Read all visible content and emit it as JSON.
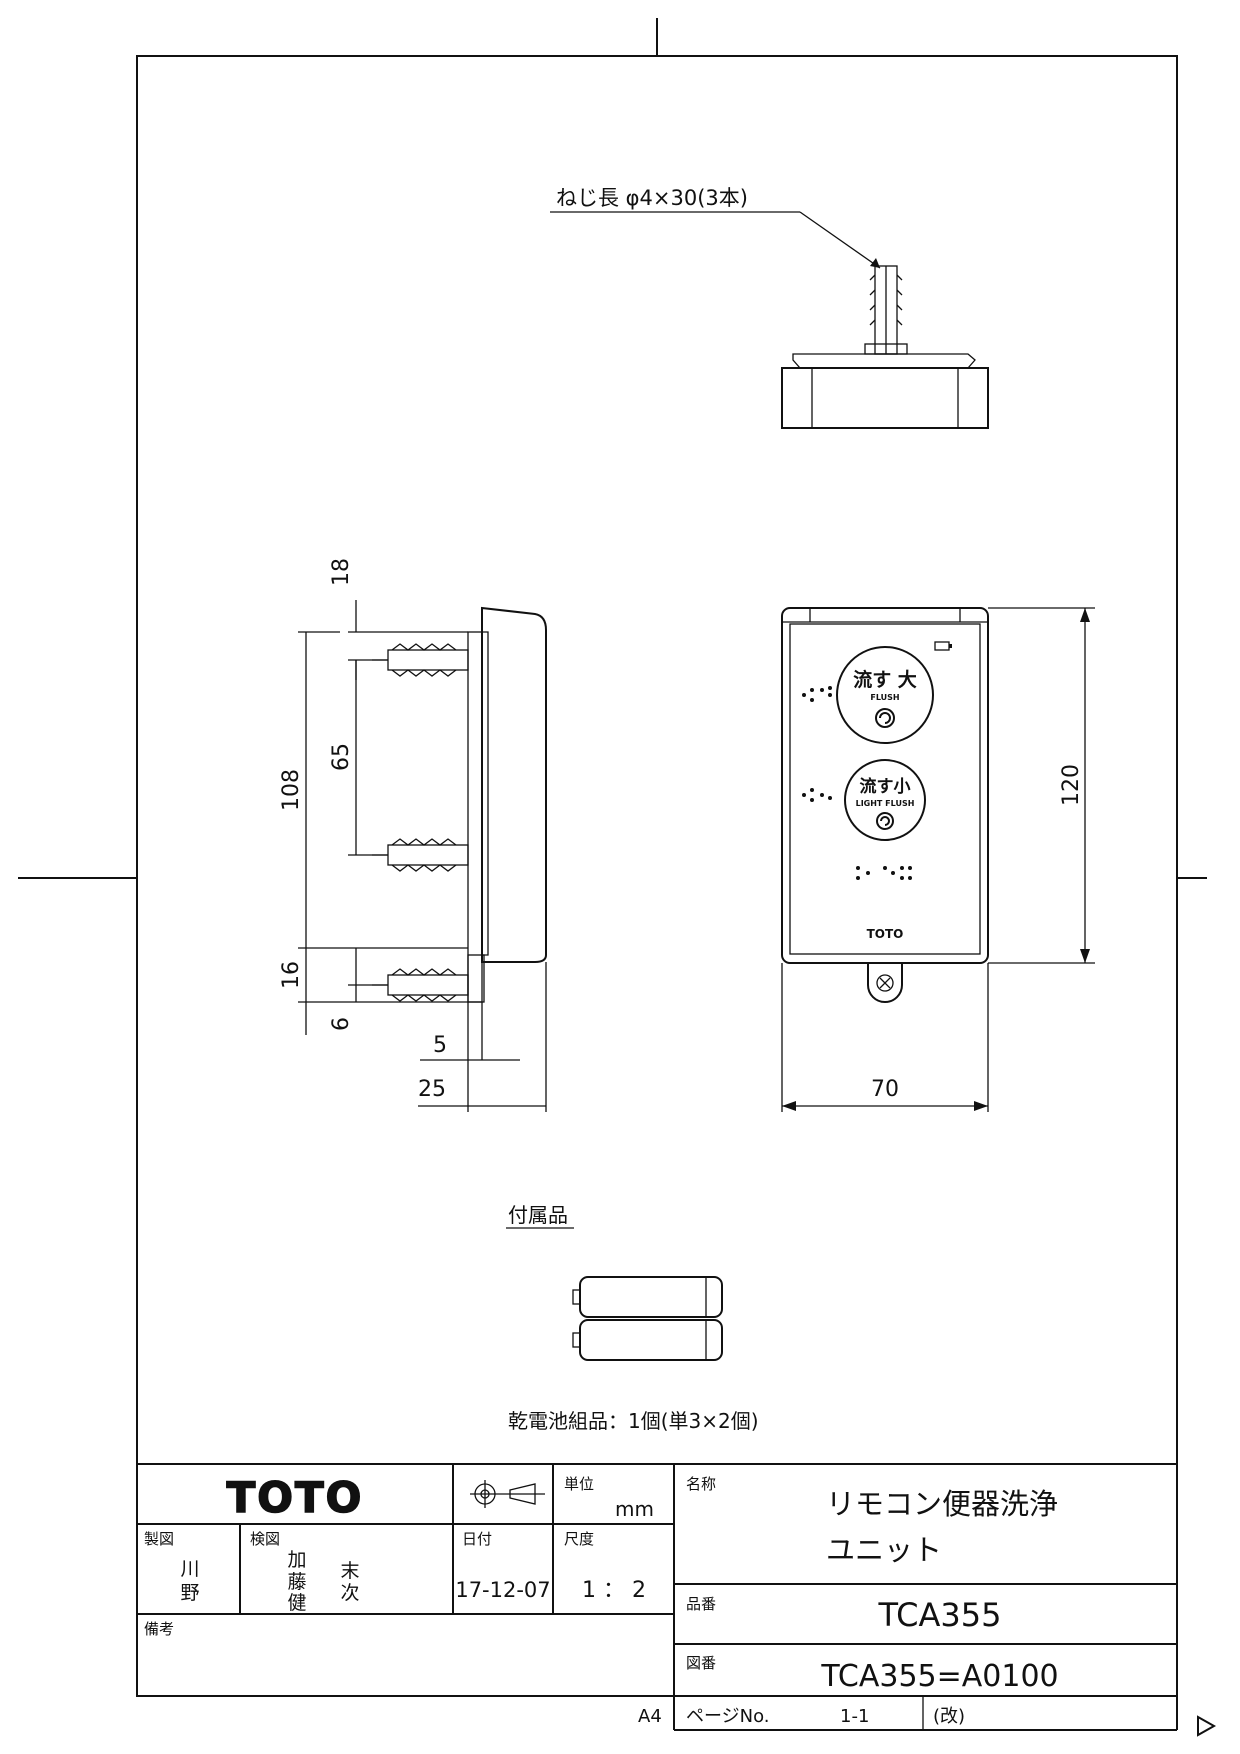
{
  "drawing": {
    "screw_note": "ねじ長 φ4×30(3本)",
    "dimensions": {
      "side_top_offset": "18",
      "side_screw_pitch": "65",
      "side_total_height": "108",
      "side_bottom_offset": "16",
      "side_bottom_small": "6",
      "side_thickness_small": "5",
      "side_depth": "25",
      "front_height": "120",
      "front_width": "70"
    },
    "front_panel": {
      "button_large_jp": "流す 大",
      "button_large_en": "FLUSH",
      "button_small_jp": "流す小",
      "button_small_en": "LIGHT FLUSH",
      "logo": "TOTO"
    },
    "accessories_title": "付属品",
    "accessories_note": "乾電池組品：1個(単3×2個)"
  },
  "title_block": {
    "company_logo": "TOTO",
    "unit_label": "単位",
    "unit_value": "mm",
    "name_label": "名称",
    "name_line1": "リモコン便器洗浄",
    "name_line2": "ユニット",
    "drawn_label": "製図",
    "drawn_by_1": "川",
    "drawn_by_2": "野",
    "checked_label": "検図",
    "checked_by_a1": "加",
    "checked_by_a2": "藤",
    "checked_by_a3": "健",
    "checked_by_b1": "末",
    "checked_by_b2": "次",
    "date_label": "日付",
    "date_value": "17-12-07",
    "scale_label": "尺度",
    "scale_value": "1 ： 2",
    "part_label": "品番",
    "part_value": "TCA355",
    "remarks_label": "備考",
    "drawing_no_label": "図番",
    "drawing_no_value": "TCA355=A0100",
    "paper_size": "A4",
    "page_label": "ページNo.",
    "page_value": "1-1",
    "revision_label": "(改)"
  }
}
